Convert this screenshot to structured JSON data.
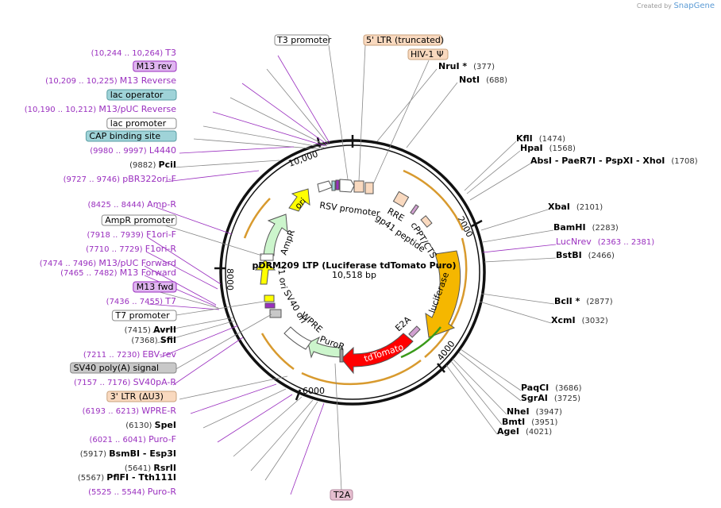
{
  "credit": {
    "prefix": "Created by",
    "brand": "SnapGene"
  },
  "plasmid": {
    "name": "pDRM209 LTP (Luciferase tdTomato Puro)",
    "size": "10,518 bp"
  },
  "ticks": [
    "2000",
    "4000",
    "6000",
    "8000",
    "10,000"
  ],
  "arc_labels": [
    "RSV promoter",
    "RRE",
    "gp41 peptide",
    "cPPT/CTS",
    "luciferase",
    "E2A",
    "tdTomato",
    "PuroR",
    "WPRE",
    "SV40 ori",
    "f1 ori",
    "AmpR",
    "ori"
  ],
  "top_labels": {
    "t3_promoter": "T3 promoter",
    "ltr5": "5' LTR (truncated)",
    "hiv": "HIV-1 Ψ"
  },
  "left_labels": [
    {
      "coord": "(10,244 .. 10,264)",
      "name": "T3",
      "type": "feat"
    },
    {
      "name": "M13 rev",
      "type": "box_purple"
    },
    {
      "coord": "(10,209 .. 10,225)",
      "name": "M13 Reverse",
      "type": "feat"
    },
    {
      "name": "lac operator",
      "type": "box_teal"
    },
    {
      "coord": "(10,190 .. 10,212)",
      "name": "M13/pUC Reverse",
      "type": "feat"
    },
    {
      "name": "lac promoter",
      "type": "box_white"
    },
    {
      "name": "CAP binding site",
      "type": "box_teal"
    },
    {
      "coord": "(9980 .. 9997)",
      "name": "L4440",
      "type": "feat"
    },
    {
      "coord": "(9882)",
      "name": "PciI",
      "type": "enz"
    },
    {
      "coord": "(9727 .. 9746)",
      "name": "pBR322ori-F",
      "type": "feat"
    },
    {
      "coord": "(8425 .. 8444)",
      "name": "Amp-R",
      "type": "feat"
    },
    {
      "name": "AmpR promoter",
      "type": "box_white"
    },
    {
      "coord": "(7918 .. 7939)",
      "name": "F1ori-F",
      "type": "feat"
    },
    {
      "coord": "(7710 .. 7729)",
      "name": "F1ori-R",
      "type": "feat"
    },
    {
      "coord": "(7474 .. 7496)",
      "name": "M13/pUC Forward",
      "type": "feat"
    },
    {
      "coord": "(7465 .. 7482)",
      "name": "M13 Forward",
      "type": "feat"
    },
    {
      "name": "M13 fwd",
      "type": "box_purple"
    },
    {
      "coord": "(7436 .. 7455)",
      "name": "T7",
      "type": "feat"
    },
    {
      "name": "T7 promoter",
      "type": "box_white"
    },
    {
      "coord": "(7415)",
      "name": "AvrII",
      "type": "enz"
    },
    {
      "coord": "(7368)",
      "name": "SfiI",
      "type": "enz"
    },
    {
      "coord": "(7211 .. 7230)",
      "name": "EBV-rev",
      "type": "feat"
    },
    {
      "name": "SV40 poly(A) signal",
      "type": "box_gray"
    },
    {
      "coord": "(7157 .. 7176)",
      "name": "SV40pA-R",
      "type": "feat"
    },
    {
      "name": "3' LTR (ΔU3)",
      "type": "box_peach"
    },
    {
      "coord": "(6193 .. 6213)",
      "name": "WPRE-R",
      "type": "feat"
    },
    {
      "coord": "(6130)",
      "name": "SpeI",
      "type": "enz"
    },
    {
      "coord": "(6021 .. 6041)",
      "name": "Puro-F",
      "type": "feat"
    },
    {
      "coord": "(5917)",
      "name": "BsmBI - Esp3I",
      "type": "enz"
    },
    {
      "coord": "(5641)",
      "name": "RsrII",
      "type": "enz"
    },
    {
      "coord": "(5567)",
      "name": "PflFI - Tth111I",
      "type": "enz"
    },
    {
      "coord": "(5525 .. 5544)",
      "name": "Puro-R",
      "type": "feat"
    }
  ],
  "right_labels": [
    {
      "name": "NruI *",
      "coord": "(377)",
      "type": "enz"
    },
    {
      "name": "NotI",
      "coord": "(688)",
      "type": "enz"
    },
    {
      "name": "KflI",
      "coord": "(1474)",
      "type": "enz"
    },
    {
      "name": "HpaI",
      "coord": "(1568)",
      "type": "enz"
    },
    {
      "name": "AbsI - PaeR7I - PspXI - XhoI",
      "coord": "(1708)",
      "type": "enz"
    },
    {
      "name": "XbaI",
      "coord": "(2101)",
      "type": "enz"
    },
    {
      "name": "BamHI",
      "coord": "(2283)",
      "type": "enz"
    },
    {
      "name": "LucNrev",
      "coord": "(2363 .. 2381)",
      "type": "feat"
    },
    {
      "name": "BstBI",
      "coord": "(2466)",
      "type": "enz"
    },
    {
      "name": "BclI *",
      "coord": "(2877)",
      "type": "enz"
    },
    {
      "name": "XcmI",
      "coord": "(3032)",
      "type": "enz"
    },
    {
      "name": "PaqCI",
      "coord": "(3686)",
      "type": "enz"
    },
    {
      "name": "SgrAI",
      "coord": "(3725)",
      "type": "enz"
    },
    {
      "name": "NheI",
      "coord": "(3947)",
      "type": "enz"
    },
    {
      "name": "BmtI",
      "coord": "(3951)",
      "type": "enz"
    },
    {
      "name": "AgeI",
      "coord": "(4021)",
      "type": "enz"
    }
  ],
  "bottom_box": "T2A",
  "colors": {
    "purple": "#9a2fbf",
    "yellow": "#ffff00",
    "orange": "#f5b700",
    "red": "#ff0000",
    "green_light": "#ccf5cc",
    "peach": "#f9d9bf",
    "teal": "#9fd3d8",
    "gray": "#c8c8c8",
    "arc_orange": "#d89a2e"
  }
}
